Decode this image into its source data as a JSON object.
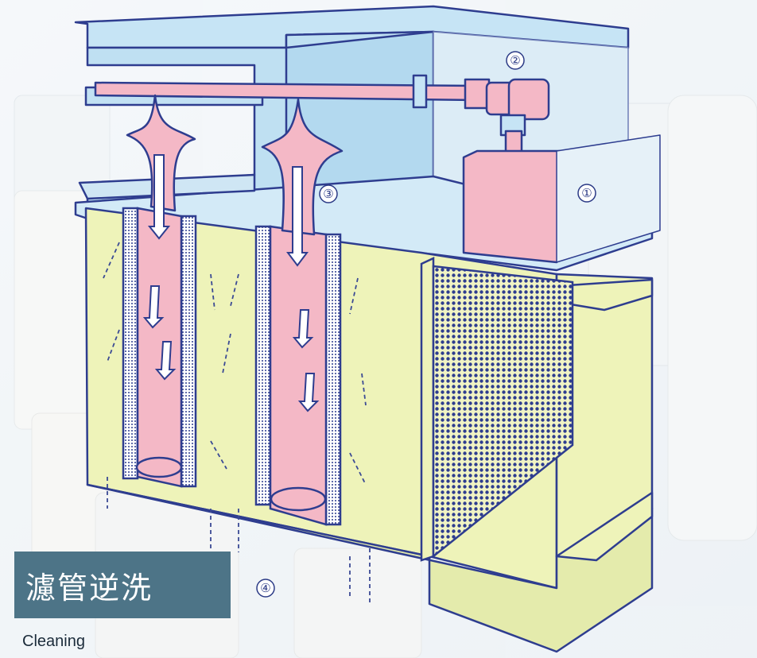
{
  "title": "濾管逆洗",
  "caption": "Cleaning",
  "markers": [
    "①",
    "②",
    "③",
    "④"
  ],
  "colors": {
    "outline": "#2e3d8f",
    "housing_blue": "#bfe0f2",
    "air_pink": "#f4b8c6",
    "liquid_green": "#eef3b9",
    "title_bg": "#4d7487"
  }
}
